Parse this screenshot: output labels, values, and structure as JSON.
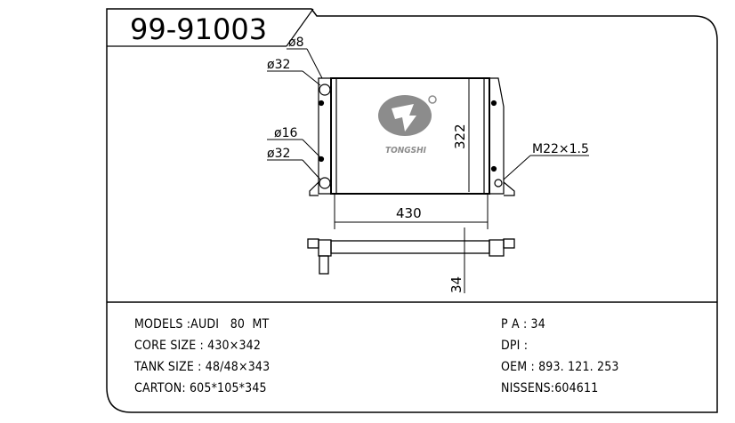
{
  "part_number": "99-91003",
  "brand_logo_text": "TONGSHI",
  "callouts": {
    "d8": "ø8",
    "d32_top": "ø32",
    "d16": "ø16",
    "d32_bottom": "ø32",
    "thread": "M22×1.5"
  },
  "dimensions": {
    "height": "322",
    "width": "430",
    "thickness": "34"
  },
  "specs_left": [
    "MODELS :AUDI   80  MT",
    "CORE SIZE : 430×342",
    "TANK SIZE : 48/48×343",
    "CARTON: 605*105*345"
  ],
  "specs_right": [
    "P A : 34",
    "DPI :",
    "OEM : 893. 121. 253",
    "NISSENS:604611"
  ],
  "colors": {
    "line": "#000000",
    "logo": "#8c8c8c"
  }
}
